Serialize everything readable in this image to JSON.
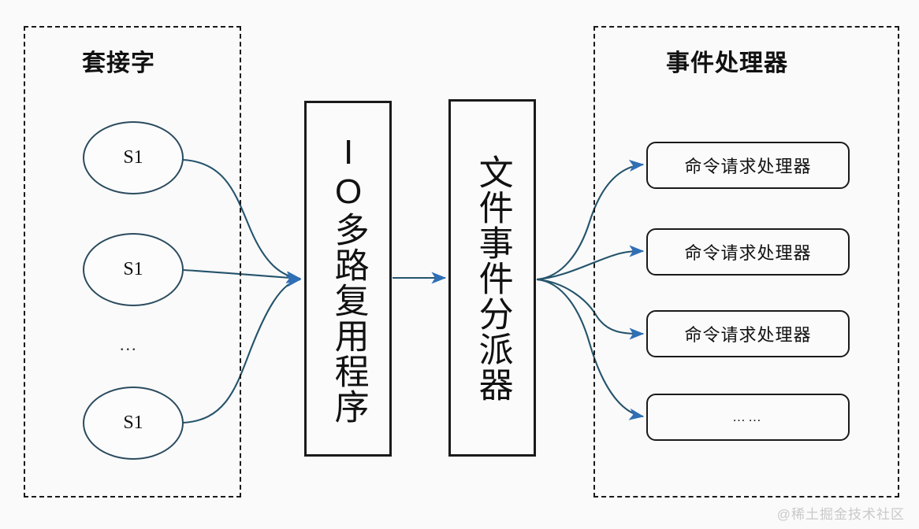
{
  "diagram": {
    "background_color": "#fafafa",
    "groups": [
      {
        "id": "socket",
        "title": "套接字",
        "border_style": "dashed",
        "border_color": "#1a1a1a"
      },
      {
        "id": "handler",
        "title": "事件处理器",
        "border_style": "dashed",
        "border_color": "#1a1a1a"
      }
    ],
    "sockets": {
      "nodes": [
        {
          "label": "S1"
        },
        {
          "label": "S1"
        },
        {
          "label": "S1"
        }
      ],
      "ellipsis": "...",
      "node_border_color": "#2b4b5e"
    },
    "process_boxes": [
      {
        "id": "mux",
        "label": "IO多路复用程序",
        "orientation": "vertical"
      },
      {
        "id": "dispatcher",
        "label": "文件事件分派器",
        "orientation": "vertical"
      }
    ],
    "handlers": [
      {
        "label": "命令请求处理器"
      },
      {
        "label": "命令请求处理器"
      },
      {
        "label": "命令请求处理器"
      },
      {
        "label": "……"
      }
    ],
    "arrows": {
      "head_color": "#2f6fb5",
      "line_color": "#24536b",
      "fan_in_count": 3,
      "fan_out_count": 4,
      "middle_arrow": "mux-to-dispatcher"
    },
    "watermark": "@稀土掘金技术社区"
  }
}
